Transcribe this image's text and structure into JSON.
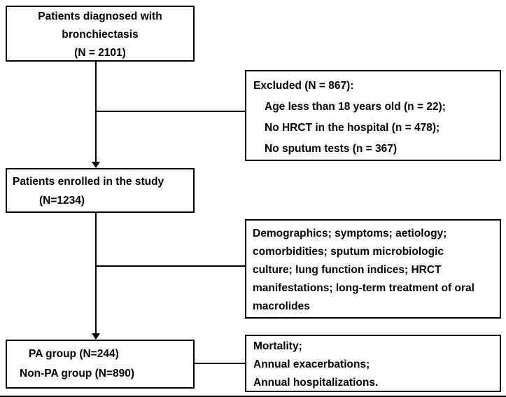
{
  "diagram": {
    "colors": {
      "border": "#000000",
      "background": "#ffffff",
      "text": "#000000"
    },
    "boxes": {
      "diagnosed": {
        "lines": [
          "Patients diagnosed with",
          "bronchiectasis",
          "(N = 2101)"
        ]
      },
      "excluded": {
        "lines": [
          "Excluded (N = 867):",
          "Age less than 18 years old (n = 22);",
          "No HRCT in the hospital (n = 478);",
          "No sputum tests (n = 367)"
        ]
      },
      "enrolled": {
        "lines": [
          "Patients enrolled in the study",
          "(N=1234)"
        ]
      },
      "assessments": {
        "lines": [
          "Demographics; symptoms; aetiology;",
          "comorbidities; sputum microbiologic",
          "culture; lung function indices; HRCT",
          "manifestations; long-term treatment of oral",
          "macrolides"
        ]
      },
      "groups": {
        "lines": [
          "PA group (N=244)",
          "Non-PA group (N=890)"
        ]
      },
      "outcomes": {
        "lines": [
          "Mortality;",
          "Annual exacerbations;",
          "Annual hospitalizations."
        ]
      }
    }
  }
}
